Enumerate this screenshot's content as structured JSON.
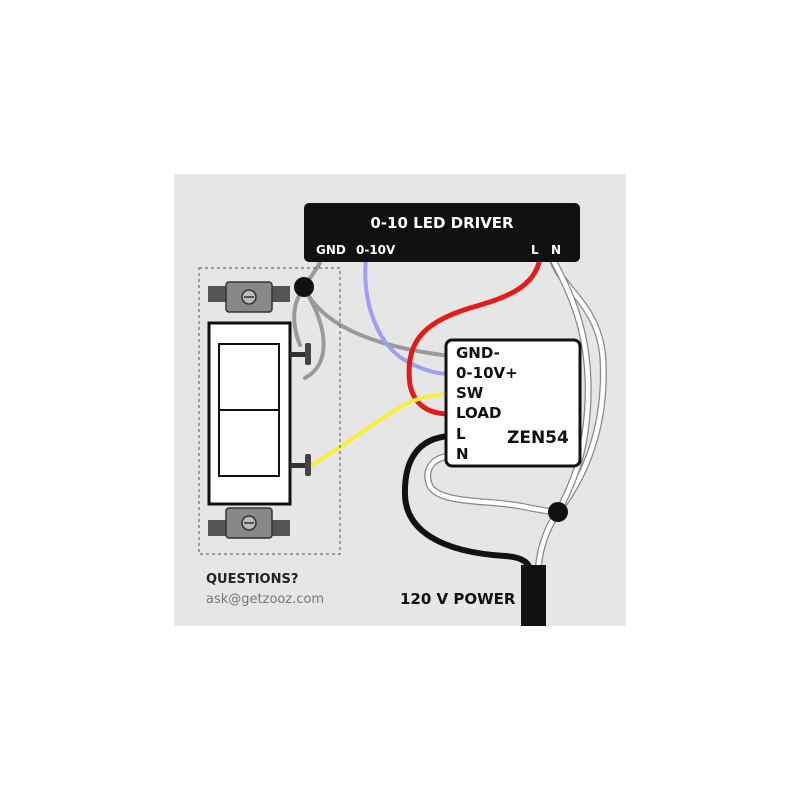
{
  "driver": {
    "title": "0-10 LED DRIVER",
    "terminals": {
      "gnd": "GND",
      "dim": "0-10V",
      "l": "L",
      "n": "N"
    }
  },
  "module": {
    "terminals": {
      "gnd": "GND-",
      "dim": "0-10V+",
      "sw": "SW",
      "load": "LOAD",
      "l": "L",
      "n": "N"
    },
    "model": "ZEN54"
  },
  "footer": {
    "questions_label": "QUESTIONS?",
    "email": "ask@getzooz.com",
    "power_label": "120 V POWER"
  },
  "colors": {
    "panel_bg": "#e6e6e6",
    "driver_bg": "#111111",
    "wire_gray": "#9a9a9a",
    "wire_blue": "#9e9ef0",
    "wire_red": "#e31b1b",
    "wire_yellow": "#f5ef3a",
    "wire_black": "#111111",
    "wire_white": "#ffffff"
  }
}
